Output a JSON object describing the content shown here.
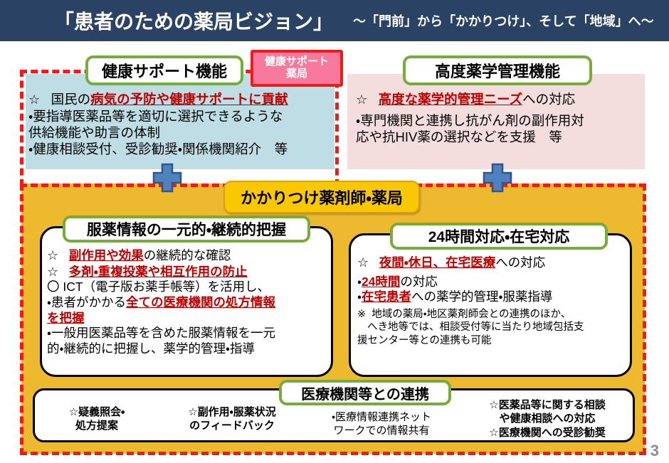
{
  "header": {
    "title": "「患者のための薬局ビジョン」",
    "subtitle": "～「門前」から「かかりつけ」、そして「地域」へ～",
    "bar_color": "#2a4264"
  },
  "badge": {
    "line1": "健康サポート",
    "line2": "薬局",
    "fill": "#f8799e",
    "border": "#ee1b16"
  },
  "top_left_panel": {
    "title": "健康サポート機能",
    "background": "#bedde4",
    "star_symbol": "☆",
    "item_star_prefix": "国民の",
    "item_star_highlight": "病気の予防や健康サポートに貢献",
    "bullets": [
      "・要指導医薬品等を適切に選択できるような",
      "供給機能や助言の体制",
      "・健康相談受付、受診勧奨・関係機関紹介　等"
    ]
  },
  "top_right_panel": {
    "title": "高度薬学管理機能",
    "background": "#f4dedd",
    "star_symbol": "☆",
    "item_star_highlight": "高度な薬学的管理ニーズ",
    "item_star_suffix": "への対応",
    "bullets": [
      "・専門機関と連携し抗がん剤の副作用対",
      "応や抗HIV薬の選択などを支援　等"
    ]
  },
  "center_capsule": {
    "label": "かかりつけ薬剤師・薬局",
    "fill": "#fac800",
    "border": "#d99e20"
  },
  "yellow_section": {
    "background": "#edb92e"
  },
  "plus_icons": {
    "fill": "#4f81bd",
    "stroke": "#33558a",
    "count": 2
  },
  "box_medinfo": {
    "title": "服薬情報の一元的・継続的把握",
    "star_symbol": "☆",
    "circle_symbol": "〇",
    "line1_highlight": "副作用や効果",
    "line1_suffix": "の継続的な確認",
    "line2_highlight": "多剤・重複投薬や相互作用の防止",
    "line3": "ICT（電子版お薬手帳等）を活用し、",
    "line4_prefix": "・患者がかかる",
    "line4_highlight": "全ての医療機関の処方情報",
    "line5_highlight": "を把握",
    "line6": "・一般用医薬品等を含めた服薬情報を一元",
    "line7": "的・継続的に把握し、薬学的管理・指導"
  },
  "box_24h": {
    "title": "24時間対応・在宅対応",
    "star_symbol": "☆",
    "note_symbol": "※",
    "line1_highlight": "夜間・休日、在宅医療",
    "line1_suffix": "への対応",
    "line2_highlight": "24時間",
    "line2_suffix": "の対応",
    "line3_highlight": "在宅患者",
    "line3_suffix": "への薬学的管理・服薬指導",
    "note_line1": "地域の薬局・地区薬剤師会との連携のほか、",
    "note_line2": "へき地等では、相談受付等に当たり地域包括支",
    "note_line3": "援センター等との連携も可能"
  },
  "box_coop": {
    "title": "医療機関等との連携",
    "columns": [
      {
        "line1": "☆疑義照会・",
        "line2": "処方提案"
      },
      {
        "line1": "☆副作用・服薬状況",
        "line2": "のフィードバック"
      },
      {
        "line1": "・医療情報連携ネット",
        "line2": "ワークでの情報共有"
      },
      {
        "line1": "☆医薬品等に関する相談",
        "line2": "や健康相談への対応",
        "line3": "☆医療機関への受診勧奨"
      }
    ]
  },
  "colors": {
    "red_dashed": "#ee1b16",
    "green_border": "#76ad3a",
    "highlight_red": "#c00000"
  },
  "slide_number": "3"
}
